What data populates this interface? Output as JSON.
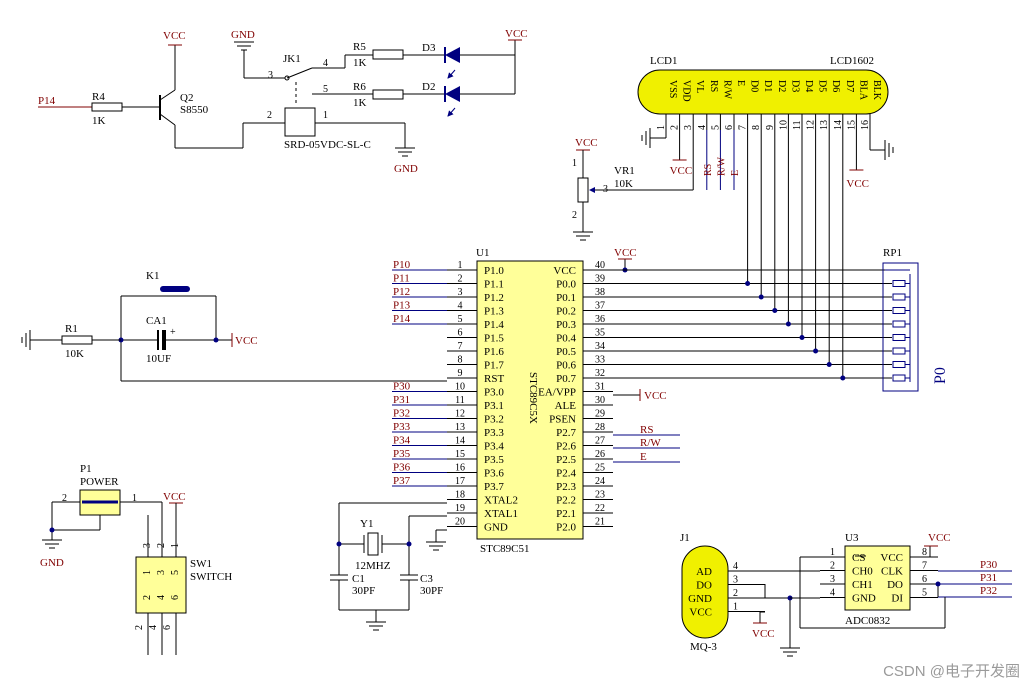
{
  "labels": {
    "vcc": "VCC",
    "gnd": "GND",
    "p14": "P14",
    "r4": "R4",
    "r4_val": "1K",
    "q2": "Q2",
    "q2_val": "S8550",
    "jk1": "JK1",
    "relay": "SRD-05VDC-SL-C",
    "r5": "R5",
    "r6": "R6",
    "r_val": "1K",
    "d3": "D3",
    "d2": "D2",
    "lcd1": "LCD1",
    "lcd1602": "LCD1602",
    "vr1": "VR1",
    "vr1_val": "10K",
    "u1": "U1",
    "chip_name": "STC89C5X",
    "chip_part": "STC89C51",
    "k1": "K1",
    "ca1": "CA1",
    "ca1_val": "10UF",
    "r1": "R1",
    "r1_val": "10K",
    "y1": "Y1",
    "y1_val": "12MHZ",
    "c1": "C1",
    "c3": "C3",
    "c_val": "30PF",
    "p1": "P1",
    "power": "POWER",
    "sw1": "SW1",
    "switch": "SWITCH",
    "rp1": "RP1",
    "p0": "P0",
    "j1": "J1",
    "mq3": "MQ-3",
    "u3": "U3",
    "adc": "ADC0832",
    "rs": "RS",
    "rw": "R/W",
    "e": "E",
    "watermark": "CSDN @电子开发圈"
  },
  "lcd_pins": [
    "VSS",
    "VDD",
    "VL",
    "RS",
    "R/W",
    "E",
    "D0",
    "D1",
    "D2",
    "D3",
    "D4",
    "D5",
    "D6",
    "D7",
    "BLA",
    "BLK"
  ],
  "left_pins": [
    {
      "num": "1",
      "name": "P1.0",
      "net": "P10"
    },
    {
      "num": "2",
      "name": "P1.1",
      "net": "P11"
    },
    {
      "num": "3",
      "name": "P1.2",
      "net": "P12"
    },
    {
      "num": "4",
      "name": "P1.3",
      "net": "P13"
    },
    {
      "num": "5",
      "name": "P1.4",
      "net": "P14"
    },
    {
      "num": "6",
      "name": "P1.5",
      "net": ""
    },
    {
      "num": "7",
      "name": "P1.6",
      "net": ""
    },
    {
      "num": "8",
      "name": "P1.7",
      "net": ""
    },
    {
      "num": "9",
      "name": "RST",
      "net": ""
    },
    {
      "num": "10",
      "name": "P3.0",
      "net": "P30"
    },
    {
      "num": "11",
      "name": "P3.1",
      "net": "P31"
    },
    {
      "num": "12",
      "name": "P3.2",
      "net": "P32"
    },
    {
      "num": "13",
      "name": "P3.3",
      "net": "P33"
    },
    {
      "num": "14",
      "name": "P3.4",
      "net": "P34"
    },
    {
      "num": "15",
      "name": "P3.5",
      "net": "P35"
    },
    {
      "num": "16",
      "name": "P3.6",
      "net": "P36"
    },
    {
      "num": "17",
      "name": "P3.7",
      "net": "P37"
    },
    {
      "num": "18",
      "name": "XTAL2",
      "net": ""
    },
    {
      "num": "19",
      "name": "XTAL1",
      "net": ""
    },
    {
      "num": "20",
      "name": "GND",
      "net": ""
    }
  ],
  "right_pins": [
    {
      "num": "40",
      "name": "VCC"
    },
    {
      "num": "39",
      "name": "P0.0"
    },
    {
      "num": "38",
      "name": "P0.1"
    },
    {
      "num": "37",
      "name": "P0.2"
    },
    {
      "num": "36",
      "name": "P0.3"
    },
    {
      "num": "35",
      "name": "P0.4"
    },
    {
      "num": "34",
      "name": "P0.5"
    },
    {
      "num": "33",
      "name": "P0.6"
    },
    {
      "num": "32",
      "name": "P0.7"
    },
    {
      "num": "31",
      "name": "EA/VPP"
    },
    {
      "num": "30",
      "name": "ALE"
    },
    {
      "num": "29",
      "name": "PSEN"
    },
    {
      "num": "28",
      "name": "P2.7"
    },
    {
      "num": "27",
      "name": "P2.6"
    },
    {
      "num": "26",
      "name": "P2.5"
    },
    {
      "num": "25",
      "name": "P2.4"
    },
    {
      "num": "24",
      "name": "P2.3"
    },
    {
      "num": "23",
      "name": "P2.2"
    },
    {
      "num": "22",
      "name": "P2.1"
    },
    {
      "num": "21",
      "name": "P2.0"
    }
  ],
  "adc_left": [
    {
      "num": "1",
      "name": "CS"
    },
    {
      "num": "2",
      "name": "CH0"
    },
    {
      "num": "3",
      "name": "CH1"
    },
    {
      "num": "4",
      "name": "GND"
    }
  ],
  "adc_right": [
    {
      "num": "8",
      "name": "VCC"
    },
    {
      "num": "7",
      "name": "CLK"
    },
    {
      "num": "6",
      "name": "DO"
    },
    {
      "num": "5",
      "name": "DI"
    }
  ],
  "adc_nets": [
    "P30",
    "P31",
    "P32"
  ],
  "mq_pins": [
    {
      "num": "4",
      "name": "AD"
    },
    {
      "num": "3",
      "name": "DO"
    },
    {
      "num": "2",
      "name": "GND"
    },
    {
      "num": "1",
      "name": "VCC"
    }
  ],
  "colors": {
    "wire": "#000080",
    "net": "#800000",
    "chip_fill": "#ffff99",
    "lcd_fill": "#f0f000"
  }
}
